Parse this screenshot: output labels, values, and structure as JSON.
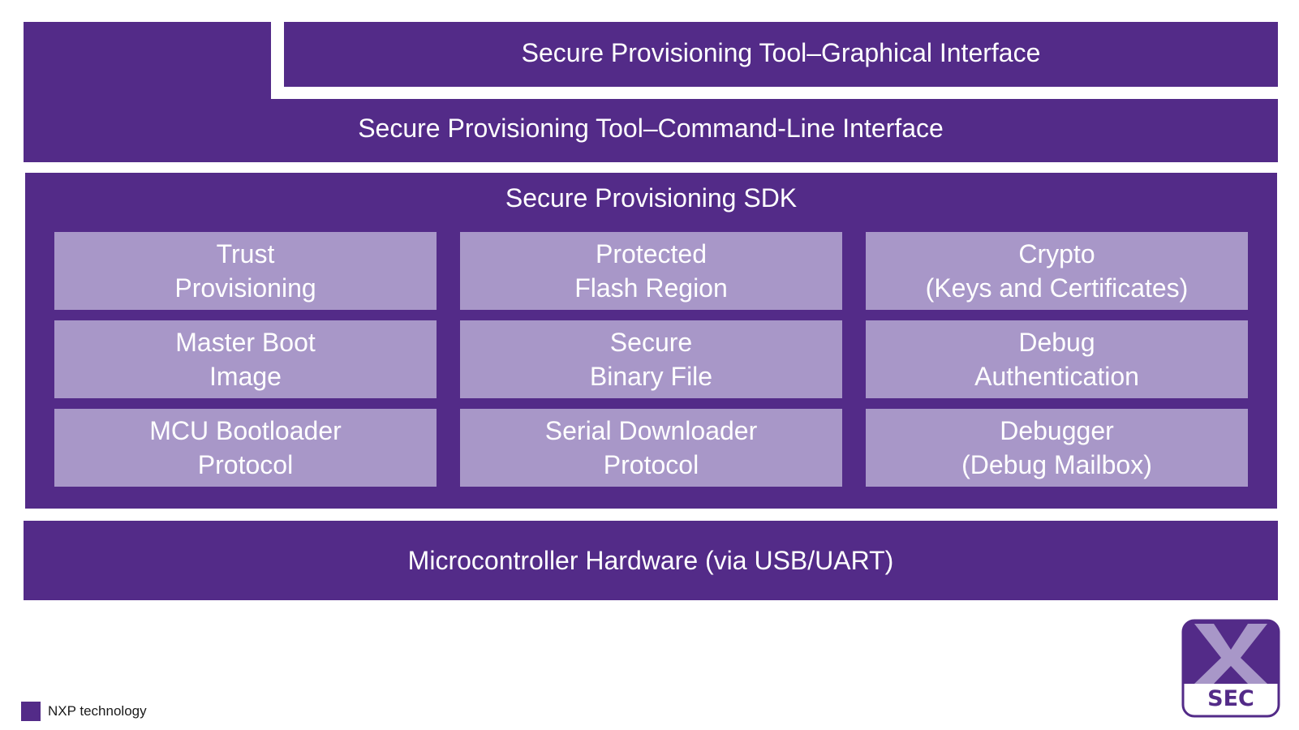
{
  "colors": {
    "dark": "#532b88",
    "light": "#a897c8",
    "background": "#ffffff"
  },
  "layers": {
    "gui": "Secure Provisioning Tool–Graphical Interface",
    "cli": "Secure Provisioning Tool–Command-Line Interface",
    "sdk": "Secure Provisioning SDK",
    "hardware": "Microcontroller Hardware (via USB/UART)"
  },
  "modules": [
    {
      "line1": "Trust",
      "line2": "Provisioning"
    },
    {
      "line1": "Protected",
      "line2": "Flash Region"
    },
    {
      "line1": "Crypto",
      "line2": "(Keys and Certificates)"
    },
    {
      "line1": "Master Boot",
      "line2": "Image"
    },
    {
      "line1": "Secure",
      "line2": "Binary File"
    },
    {
      "line1": "Debug",
      "line2": "Authentication"
    },
    {
      "line1": "MCU Bootloader",
      "line2": "Protocol"
    },
    {
      "line1": "Serial Downloader",
      "line2": "Protocol"
    },
    {
      "line1": "Debugger",
      "line2": "(Debug Mailbox)"
    }
  ],
  "legend": {
    "label": "NXP technology"
  },
  "logo": {
    "icon": "xsec-logo-icon",
    "text": "SEC"
  }
}
